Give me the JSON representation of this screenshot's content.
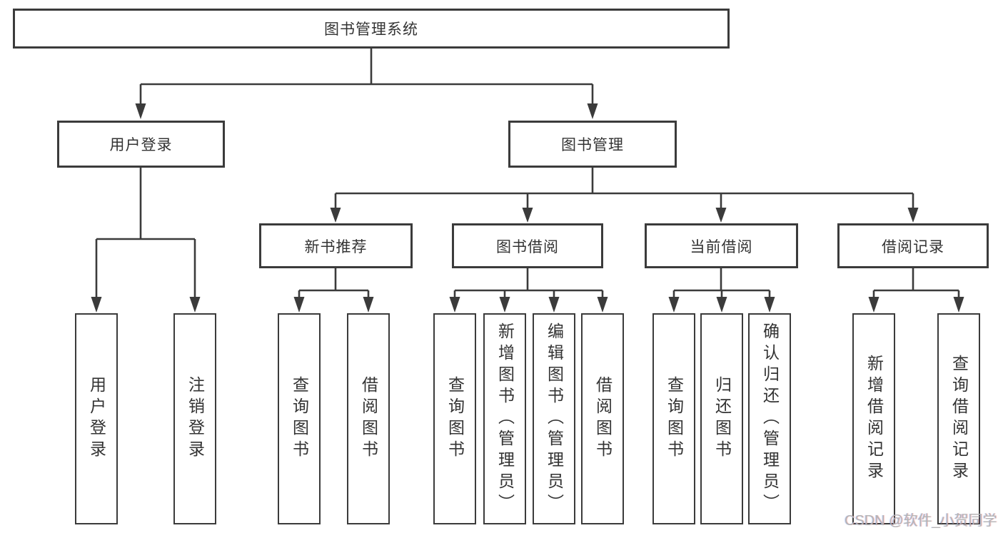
{
  "colors": {
    "line": "#3b3b3b",
    "text": "#333333",
    "watermark": "#b5b5b5",
    "background": "#ffffff"
  },
  "diagram": {
    "root": {
      "label": "图书管理系统"
    },
    "user_login": {
      "label": "用户登录",
      "children": [
        {
          "label": "用户登录"
        },
        {
          "label": "注销登录"
        }
      ]
    },
    "book_management": {
      "label": "图书管理",
      "sections": [
        {
          "label": "新书推荐",
          "children": [
            {
              "label": "查询图书"
            },
            {
              "label": "借阅图书"
            }
          ]
        },
        {
          "label": "图书借阅",
          "children": [
            {
              "label": "查询图书"
            },
            {
              "label": "新增图书（管理员）"
            },
            {
              "label": "编辑图书（管理员）"
            },
            {
              "label": "借阅图书"
            }
          ]
        },
        {
          "label": "当前借阅",
          "children": [
            {
              "label": "查询图书"
            },
            {
              "label": "归还图书"
            },
            {
              "label": "确认归还（管理员）"
            }
          ]
        },
        {
          "label": "借阅记录",
          "children": [
            {
              "label": "新增借阅记录"
            },
            {
              "label": "查询借阅记录"
            }
          ]
        }
      ]
    }
  },
  "watermark": {
    "text": "CSDN @软件_小贺同学"
  }
}
